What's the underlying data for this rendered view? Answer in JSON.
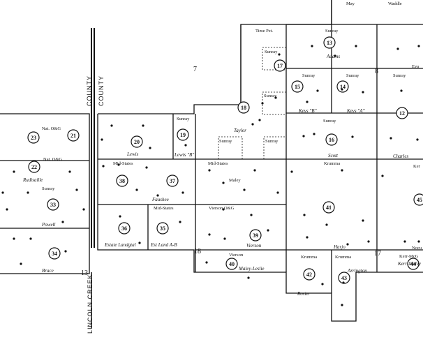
{
  "county_label_top": "COUNTY",
  "county_label_bottom": "COUNTY",
  "county_label_lower": "LINCOLN CREEK",
  "section_numbers": [
    {
      "id": "7",
      "text": "7"
    },
    {
      "id": "8",
      "text": "8"
    },
    {
      "id": "17",
      "text": "17"
    },
    {
      "id": "18",
      "text": "18"
    },
    {
      "id": "13",
      "text": "13"
    }
  ],
  "leases": [
    {
      "num": "13",
      "label": "Adams"
    },
    {
      "num": "17",
      "label": ""
    },
    {
      "num": "18",
      "label": "Taylor"
    },
    {
      "num": "15",
      "label": "Keys \"B\""
    },
    {
      "num": "14",
      "label": "Keys \"A\""
    },
    {
      "num": "12",
      "label": "Charles"
    },
    {
      "num": "16",
      "label": "Scott"
    },
    {
      "num": "20",
      "label": "Lewis"
    },
    {
      "num": "19",
      "label": "Lewis \"B\""
    },
    {
      "num": "23",
      "label": ""
    },
    {
      "num": "21",
      "label": ""
    },
    {
      "num": "22",
      "label": "Rudisaille"
    },
    {
      "num": "33",
      "label": "Powell"
    },
    {
      "num": "34",
      "label": "Brace"
    },
    {
      "num": "36",
      "label": "Estate Landgtal"
    },
    {
      "num": "35",
      "label": "Est Land A-B"
    },
    {
      "num": "38",
      "label": ""
    },
    {
      "num": "37",
      "label": "Faushee"
    },
    {
      "num": "39",
      "label": "Vierson"
    },
    {
      "num": "40",
      "label": "Maley-Leslie"
    },
    {
      "num": "41",
      "label": "Harjo"
    },
    {
      "num": "42",
      "label": "Rosier"
    },
    {
      "num": "43",
      "label": "Arrington"
    },
    {
      "num": "44",
      "label": "Kerr-Maley"
    },
    {
      "num": "45",
      "label": ""
    }
  ],
  "operators": [
    "Time Pet.",
    "Sunray",
    "Sunray",
    "Sunray",
    "Sunray",
    "Sunray",
    "Sunray",
    "Sunray",
    "Sunray",
    "Sunray",
    "Sunray",
    "Sunray",
    "Nat. O&G",
    "Nat. O&G",
    "Mid-States",
    "Mid-States",
    "Mid-States",
    "Vierson O&G",
    "Vierson",
    "Krumma",
    "Krumma",
    "Krumma",
    "Kerr-McG",
    "Ker",
    "Maley",
    "May",
    "Waddle",
    "Eva",
    "Nocu"
  ]
}
